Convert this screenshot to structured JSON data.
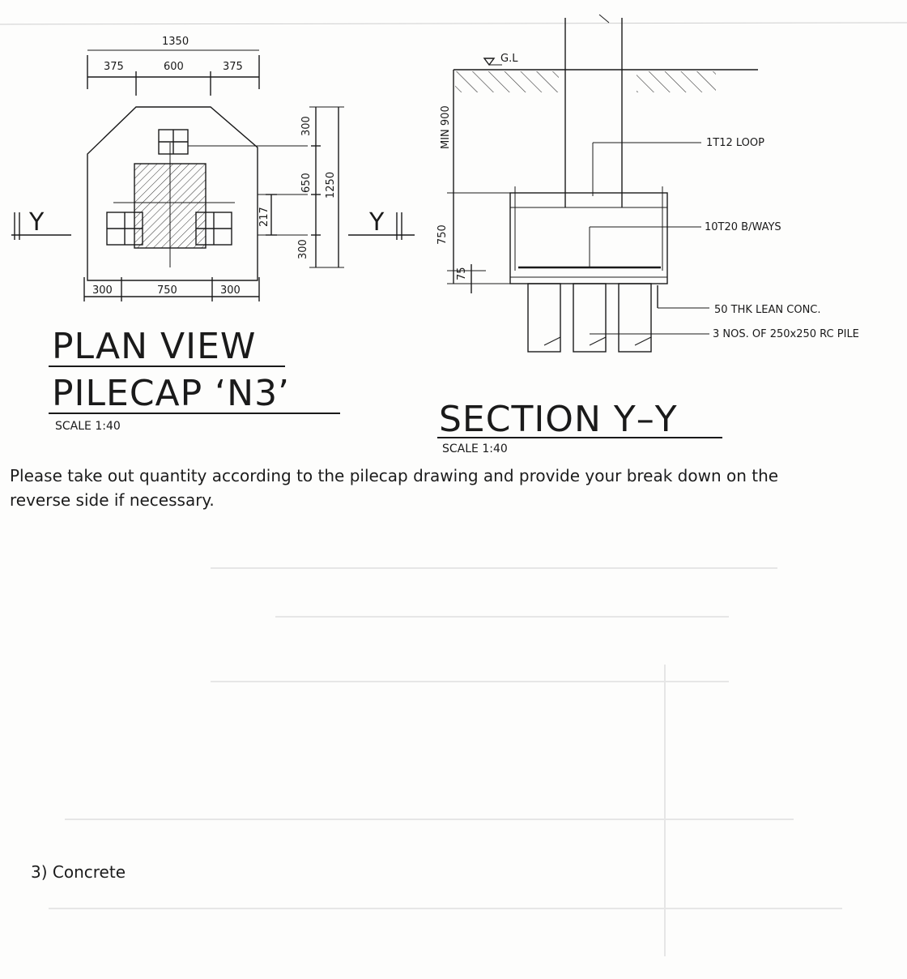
{
  "plan_view": {
    "title_line1": "PLAN VIEW",
    "title_line2": "PILECAP ‘N3’",
    "scale": "SCALE 1:40",
    "dims_top_total": "1350",
    "dims_top": [
      "375",
      "600",
      "375"
    ],
    "dims_bottom": [
      "300",
      "750",
      "300"
    ],
    "dims_right": [
      "300",
      "650",
      "300"
    ],
    "dim_right_total": "1250",
    "dim_offset": "217",
    "section_mark_left": "Y",
    "section_mark_right": "Y"
  },
  "section": {
    "title": "SECTION Y–Y",
    "scale": "SCALE 1:40",
    "ground_level": "G.L",
    "dim_min": "MIN 900",
    "dim_depth": "750",
    "dim_lean": "75",
    "labels": {
      "loop": "1T12 LOOP",
      "bars": "10T20 B/WAYS",
      "lean": "50 THK LEAN CONC.",
      "piles": "3 NOS. OF 250x250 RC PILE"
    }
  },
  "instruction": "Please take out quantity according to the pilecap drawing and provide your break down on the reverse side if necessary.",
  "question": "3)  Concrete"
}
